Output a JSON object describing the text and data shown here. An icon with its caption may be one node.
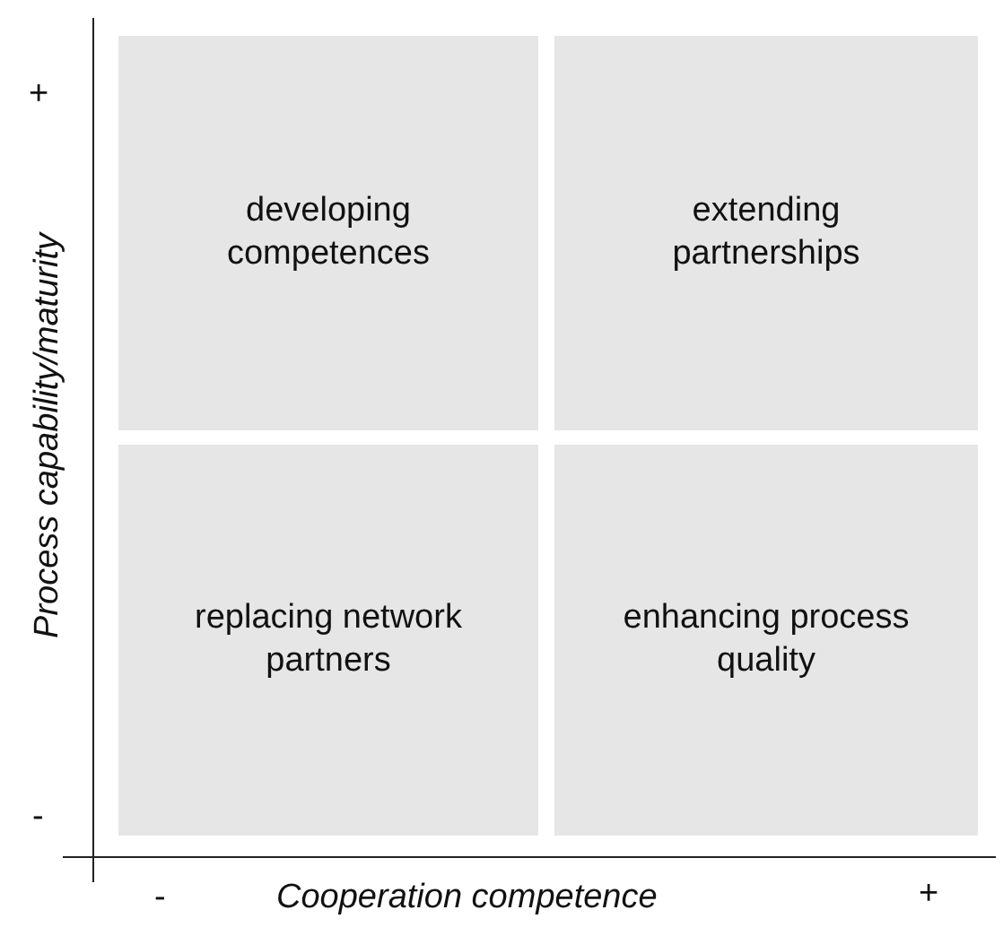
{
  "diagram": {
    "nodes": [
      {
        "text": [
          "developing competences"
        ]
      },
      {
        "text": [
          "extending partnerships"
        ]
      },
      {
        "text": [
          "replacing network partners"
        ]
      },
      {
        "text": [
          "enhancing process quality"
        ]
      }
    ],
    "labels": [
      "+",
      "Process capability/maturity",
      "-",
      "-",
      "Cooperation competence",
      "+"
    ]
  }
}
